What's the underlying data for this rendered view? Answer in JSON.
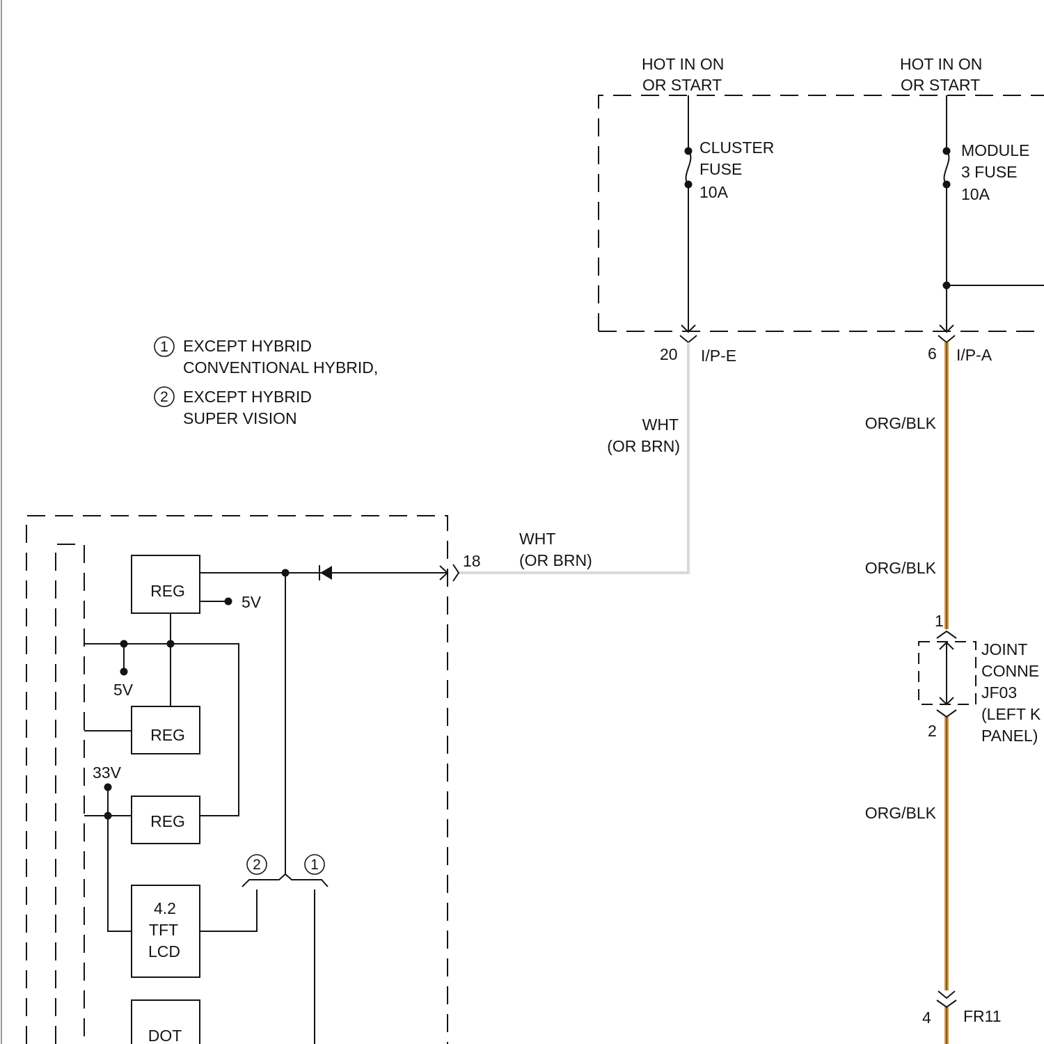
{
  "power_sources": [
    {
      "line1": "HOT IN ON",
      "line2": "OR START"
    },
    {
      "line1": "HOT IN ON",
      "line2": "OR START"
    }
  ],
  "fuses": [
    {
      "name_line1": "CLUSTER",
      "name_line2": "FUSE",
      "rating": "10A"
    },
    {
      "name_line1": "MODULE",
      "name_line2": "3 FUSE",
      "rating": "10A"
    }
  ],
  "connectors": {
    "ip_e": {
      "pin": "20",
      "name": "I/P-E"
    },
    "ip_a": {
      "pin": "6",
      "name": "I/P-A"
    },
    "cluster_input": {
      "pin": "18"
    },
    "jf03": {
      "pin_in": "1",
      "pin_out": "2",
      "label": [
        "JOINT",
        "CONNE",
        "JF03",
        "(LEFT K",
        "PANEL)"
      ]
    },
    "fr11": {
      "pin": "4",
      "name": "FR11"
    }
  },
  "wires": {
    "wht_vertical": {
      "color": "WHT",
      "alt": "(OR BRN)"
    },
    "wht_horizontal": {
      "color": "WHT",
      "alt": "(OR BRN)"
    },
    "org_blk_labels": [
      "ORG/BLK",
      "ORG/BLK",
      "ORG/BLK"
    ]
  },
  "legend": [
    {
      "number": "1",
      "line1": "EXCEPT HYBRID",
      "line2": "CONVENTIONAL HYBRID,"
    },
    {
      "number": "2",
      "line1": "EXCEPT HYBRID",
      "line2": "SUPER VISION"
    }
  ],
  "cluster_internal": {
    "reg_1": "REG",
    "reg_1_output": "5V",
    "bus_5v": "5V",
    "reg_2": "REG",
    "bus_33v": "33V",
    "reg_3": "REG",
    "tft_lcd": [
      "4.2",
      "TFT",
      "LCD"
    ],
    "dot_module": "DOT",
    "switch_options": [
      "2",
      "1"
    ]
  },
  "colors": {
    "wht_wire": "#d9d9d9",
    "org_blk_wire": "#d4963c",
    "org_blk_stripe": "#6b4413",
    "page_border": "#9a9a9a"
  }
}
